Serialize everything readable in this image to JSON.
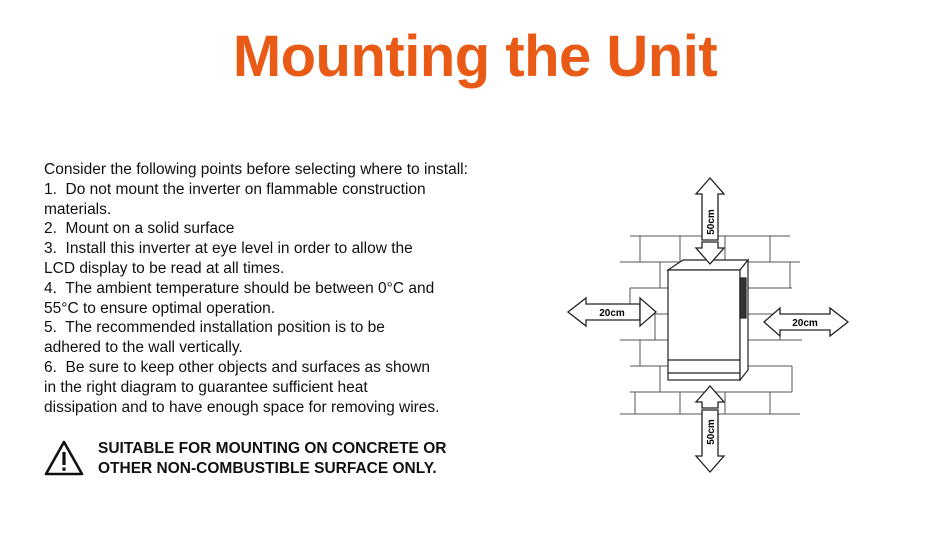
{
  "page": {
    "title": "Mounting the Unit",
    "title_color": "#e85a16"
  },
  "instructions": {
    "lines": [
      "Consider the following points before selecting where to install:",
      "1.  Do not mount the inverter on flammable construction",
      "materials.",
      "2.  Mount on a solid surface",
      "3.  Install this inverter at eye level in order to allow the",
      "LCD display to be read at all times.",
      "4.  The ambient temperature should be between 0°C and",
      "55°C to ensure optimal operation.",
      "5.  The recommended installation position is to be",
      "adhered to the wall vertically.",
      "6.  Be sure to keep other objects and surfaces as shown",
      "in the right diagram to guarantee sufficient heat",
      "dissipation and to have enough space for removing wires."
    ]
  },
  "warning": {
    "icon": "warning-triangle-icon",
    "line1": "SUITABLE FOR MOUNTING ON CONCRETE OR",
    "line2": "OTHER NON-COMBUSTIBLE SURFACE ONLY."
  },
  "diagram": {
    "top_clearance": "50cm",
    "bottom_clearance": "50cm",
    "left_clearance": "20cm",
    "right_clearance": "20cm"
  }
}
